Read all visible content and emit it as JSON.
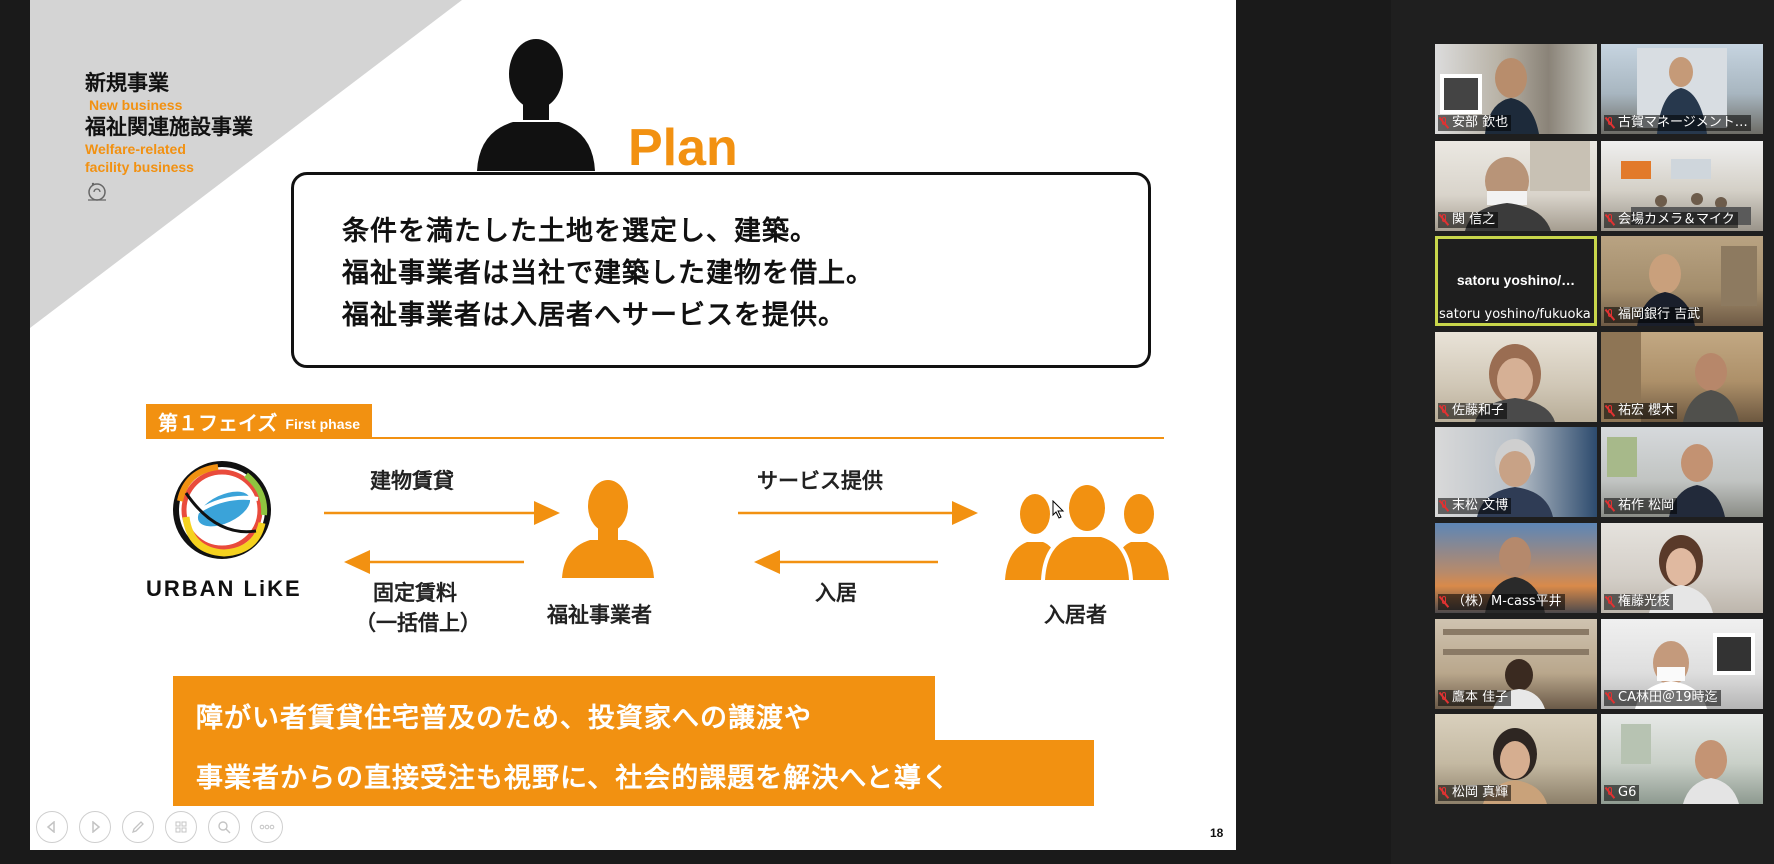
{
  "slide": {
    "title_jp_1": "新規事業",
    "title_en_1": "New business",
    "title_jp_2": "福祉関連施設事業",
    "title_en_2": "Welfare-related",
    "title_en_3": "facility business",
    "plan_label": "Plan",
    "plan_lines": [
      "条件を満たした土地を選定し、建築。",
      "福祉事業者は当社で建築した建物を借上。",
      "福祉事業者は入居者へサービスを提供。"
    ],
    "phase_jp": "第１フェイズ",
    "phase_en": "First phase",
    "logo_text": "URBAN LiKE",
    "arrow1_top": "建物賃貸",
    "arrow1_bottom_1": "固定賃料",
    "arrow1_bottom_2": "（一括借上）",
    "operator_label": "福祉事業者",
    "arrow2_top": "サービス提供",
    "arrow2_bottom": "入居",
    "resident_label": "入居者",
    "banner_line1": "障がい者賃貸住宅普及のため、投資家への譲渡や",
    "banner_line2": "事業者からの直接受注も視野に、社会的課題を解決へと導く",
    "page_number": "18",
    "accent_color": "#f29111"
  },
  "gallery": {
    "participants": [
      {
        "name": "安部  欽也",
        "muted": true
      },
      {
        "name": "古賀マネージメント…",
        "muted": true
      },
      {
        "name": "関  信之",
        "muted": true
      },
      {
        "name": "会場カメラ＆マイク",
        "muted": true
      },
      {
        "name": "satoru yoshino/fukuoka",
        "muted": false,
        "display": "satoru  yoshino/…",
        "active": true
      },
      {
        "name": "福岡銀行  吉武",
        "muted": true
      },
      {
        "name": "佐藤和子",
        "muted": true
      },
      {
        "name": "祐宏 櫻木",
        "muted": true
      },
      {
        "name": "末松 文博",
        "muted": true
      },
      {
        "name": "祐作 松岡",
        "muted": true
      },
      {
        "name": "（株）M-cass平井",
        "muted": true
      },
      {
        "name": "権藤光枝",
        "muted": true
      },
      {
        "name": "鷹本  佳子",
        "muted": true
      },
      {
        "name": "CA林田＠19時迄",
        "muted": true
      },
      {
        "name": "松岡 真輝",
        "muted": true
      },
      {
        "name": "G6",
        "muted": true
      }
    ]
  }
}
